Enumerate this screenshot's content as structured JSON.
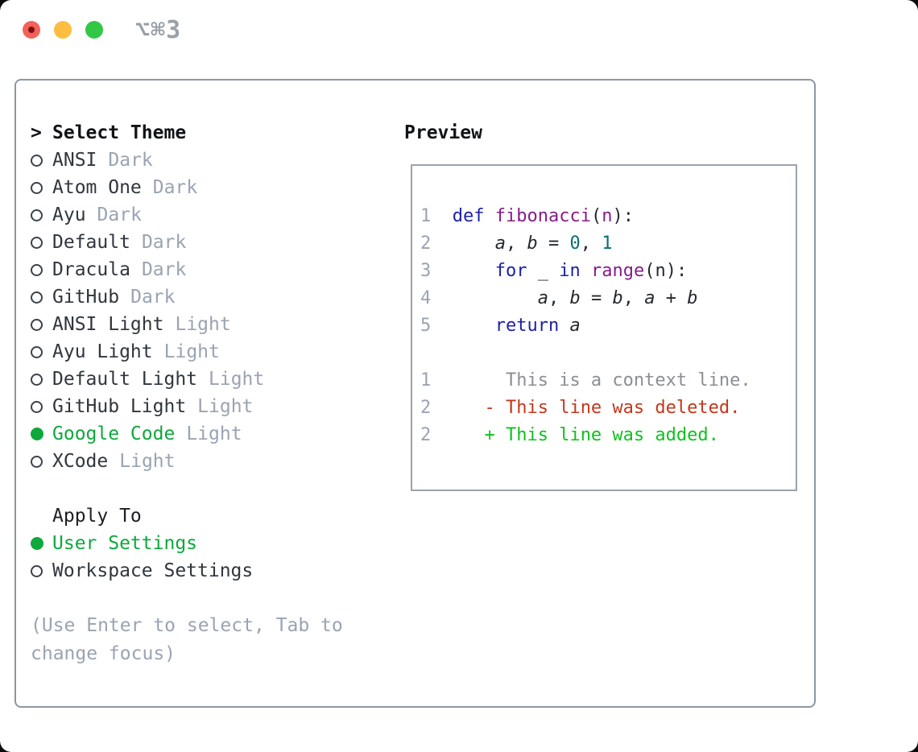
{
  "titlebar": {
    "title": "⌥⌘3"
  },
  "select_theme": {
    "prompt": ">",
    "title": "Select Theme",
    "themes": [
      {
        "name": "ANSI",
        "variant": "Dark",
        "selected": false
      },
      {
        "name": "Atom One",
        "variant": "Dark",
        "selected": false
      },
      {
        "name": "Ayu",
        "variant": "Dark",
        "selected": false
      },
      {
        "name": "Default",
        "variant": "Dark",
        "selected": false
      },
      {
        "name": "Dracula",
        "variant": "Dark",
        "selected": false
      },
      {
        "name": "GitHub",
        "variant": "Dark",
        "selected": false
      },
      {
        "name": "ANSI Light",
        "variant": "Light",
        "selected": false
      },
      {
        "name": "Ayu Light",
        "variant": "Light",
        "selected": false
      },
      {
        "name": "Default Light",
        "variant": "Light",
        "selected": false
      },
      {
        "name": "GitHub Light",
        "variant": "Light",
        "selected": false
      },
      {
        "name": "Google Code",
        "variant": "Light",
        "selected": true
      },
      {
        "name": "XCode",
        "variant": "Light",
        "selected": false
      }
    ]
  },
  "apply_to": {
    "title": "Apply To",
    "options": [
      {
        "label": "User Settings",
        "selected": true
      },
      {
        "label": "Workspace Settings",
        "selected": false
      }
    ]
  },
  "help_lines": [
    "(Use Enter to select, Tab to",
    "change focus)"
  ],
  "preview": {
    "title": "Preview",
    "code_lines": [
      {
        "num": "1",
        "tokens": [
          [
            "kw",
            "def"
          ],
          [
            "pl",
            " "
          ],
          [
            "fn",
            "fibonacci"
          ],
          [
            "pl",
            "("
          ],
          [
            "fn",
            "n"
          ],
          [
            "pl",
            "):"
          ]
        ]
      },
      {
        "num": "2",
        "tokens": [
          [
            "pl",
            "    "
          ],
          [
            "var",
            "a"
          ],
          [
            "pl",
            ", "
          ],
          [
            "var",
            "b"
          ],
          [
            "pl",
            " = "
          ],
          [
            "num",
            "0"
          ],
          [
            "pl",
            ", "
          ],
          [
            "num",
            "1"
          ]
        ]
      },
      {
        "num": "3",
        "tokens": [
          [
            "pl",
            "    "
          ],
          [
            "kw",
            "for"
          ],
          [
            "pl",
            " _ "
          ],
          [
            "kw",
            "in"
          ],
          [
            "pl",
            " "
          ],
          [
            "fn",
            "range"
          ],
          [
            "pl",
            "(n):"
          ]
        ]
      },
      {
        "num": "4",
        "tokens": [
          [
            "pl",
            "        "
          ],
          [
            "var",
            "a"
          ],
          [
            "pl",
            ", "
          ],
          [
            "var",
            "b"
          ],
          [
            "pl",
            " = "
          ],
          [
            "var",
            "b"
          ],
          [
            "pl",
            ", "
          ],
          [
            "var",
            "a"
          ],
          [
            "pl",
            " + "
          ],
          [
            "var",
            "b"
          ]
        ]
      },
      {
        "num": "5",
        "tokens": [
          [
            "pl",
            "    "
          ],
          [
            "kw",
            "return"
          ],
          [
            "pl",
            " "
          ],
          [
            "var",
            "a"
          ]
        ]
      }
    ],
    "diff_lines": [
      {
        "num": "1",
        "marker": " ",
        "text": "This is a context line.",
        "type": "context"
      },
      {
        "num": "2",
        "marker": "-",
        "text": "This line was deleted.",
        "type": "deleted"
      },
      {
        "num": "2",
        "marker": "+",
        "text": "This line was added.",
        "type": "added"
      }
    ]
  },
  "colors": {
    "accent_green": "#0fa83c",
    "keyword_blue": "#1c21a8",
    "function_purple": "#861d8a",
    "number_teal": "#0b6e6e",
    "deleted_red": "#c5371b",
    "added_green": "#10c11e",
    "muted_gray": "#9aa3b2",
    "panel_border": "#8d97a5"
  }
}
